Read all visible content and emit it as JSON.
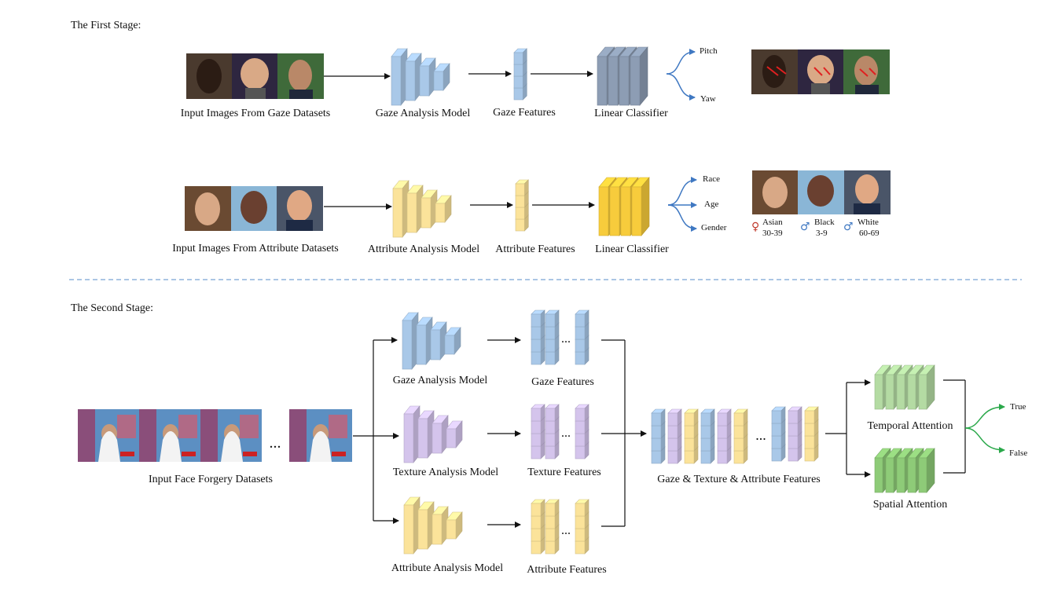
{
  "stage1": {
    "title": "The First Stage:",
    "gaze_row": {
      "input_label": "Input Images From Gaze Datasets",
      "model_label": "Gaze Analysis Model",
      "features_label": "Gaze Features",
      "classifier_label": "Linear Classifier",
      "outputs": [
        "Pitch",
        "Yaw"
      ]
    },
    "attr_row": {
      "input_label": "Input Images From Attribute Datasets",
      "model_label": "Attribute Analysis Model",
      "features_label": "Attribute Features",
      "classifier_label": "Linear Classifier",
      "outputs": [
        "Race",
        "Age",
        "Gender"
      ],
      "examples": [
        {
          "gender": "♀",
          "race": "Asian",
          "age": "30-39"
        },
        {
          "gender": "♂",
          "race": "Black",
          "age": "3-9"
        },
        {
          "gender": "♂",
          "race": "White",
          "age": "60-69"
        }
      ]
    }
  },
  "stage2": {
    "title": "The Second Stage:",
    "input_label": "Input Face Forgery Datasets",
    "ellipsis": "...",
    "branches": [
      {
        "model_label": "Gaze Analysis Model",
        "features_label": "Gaze Features"
      },
      {
        "model_label": "Texture Analysis Model",
        "features_label": "Texture Features"
      },
      {
        "model_label": "Attribute Analysis Model",
        "features_label": "Attribute Features"
      }
    ],
    "combined_label": "Gaze & Texture & Attribute Features",
    "temporal_label": "Temporal Attention",
    "spatial_label": "Spatial Attention",
    "outputs": [
      "True",
      "False"
    ]
  },
  "colors": {
    "gaze": "#a9c8e8",
    "texture": "#d4c4ec",
    "attribute": "#fbe39a",
    "classifier_gaze": "#8d9db4",
    "classifier_attr": "#f7cc3c",
    "attention": "#b4dba3",
    "arrow_blue": "#3f78c2",
    "arrow_green": "#2aa84a",
    "divider": "#8fb3dc"
  }
}
